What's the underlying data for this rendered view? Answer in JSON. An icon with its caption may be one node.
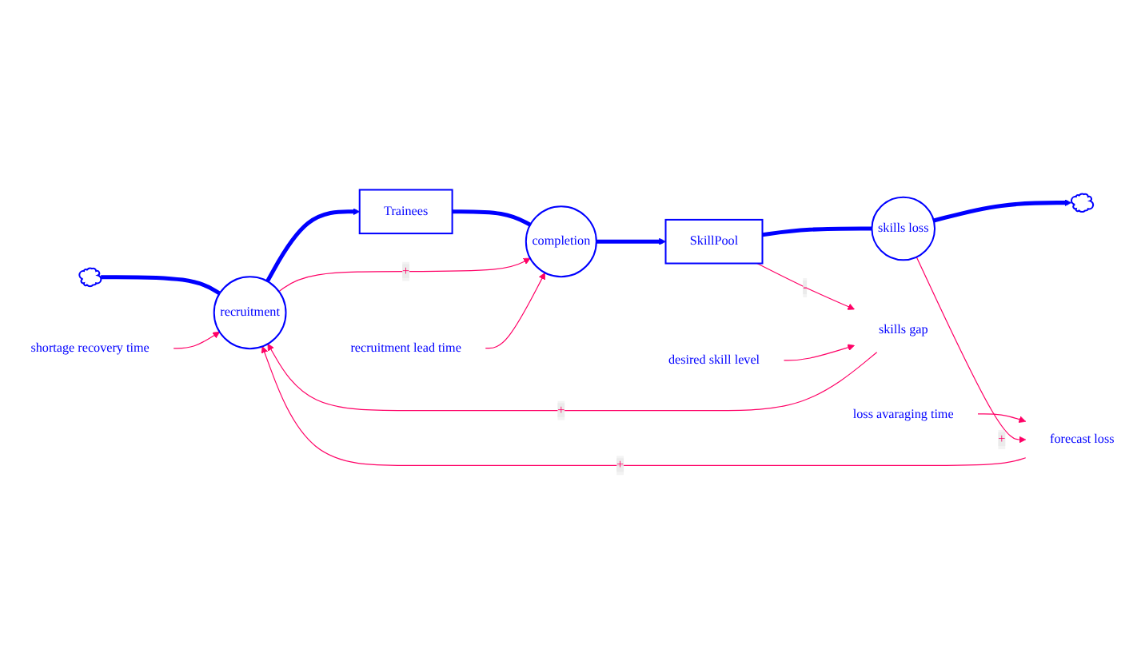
{
  "diagram": {
    "nodes": [
      {
        "text": [],
        "shape": "cloud"
      },
      {
        "text": [
          "recruitment"
        ]
      },
      {
        "text": [
          "Trainees"
        ]
      },
      {
        "text": [
          "completion"
        ]
      },
      {
        "text": [
          "SkillPool"
        ]
      },
      {
        "text": [
          "skills loss"
        ]
      },
      {
        "text": [],
        "shape": "cloud"
      },
      {
        "text": [
          "recruitment lead time"
        ]
      },
      {
        "text": [
          "skills gap"
        ]
      },
      {
        "text": [
          "desired skill level"
        ]
      },
      {
        "text": [
          "loss avaraging time"
        ]
      },
      {
        "text": [
          "shortage recovery time"
        ]
      },
      {
        "text": [
          "forecast loss"
        ]
      }
    ],
    "edges": [
      {
        "from": 0,
        "to": 1,
        "arrow": "none",
        "style": "thick",
        "color": "#0000ff"
      },
      {
        "from": 1,
        "to": 2,
        "arrow": "to",
        "style": "thick",
        "color": "#0000ff"
      },
      {
        "from": 2,
        "to": 3,
        "arrow": "none",
        "style": "thick",
        "color": "#0000ff"
      },
      {
        "from": 3,
        "to": 4,
        "arrow": "to",
        "style": "thick",
        "color": "#0000ff"
      },
      {
        "from": 4,
        "to": 5,
        "arrow": "none",
        "style": "thick",
        "color": "#0000ff"
      },
      {
        "from": 5,
        "to": 6,
        "arrow": "to",
        "style": "thick",
        "color": "#0000ff"
      },
      {
        "from": 1,
        "to": 3,
        "arrow": "to",
        "label": "+"
      },
      {
        "from": 7,
        "to": 3,
        "arrow": "to"
      },
      {
        "from": 8,
        "to": 1,
        "arrow": "to",
        "label": "+"
      },
      {
        "from": 4,
        "to": 8,
        "arrow": "to",
        "label": "-"
      },
      {
        "from": 9,
        "to": 8,
        "arrow": "to"
      },
      {
        "from": 11,
        "to": 1,
        "arrow": "to"
      },
      {
        "from": 12,
        "to": 1,
        "arrow": "to",
        "label": "+"
      },
      {
        "from": 10,
        "to": 12,
        "arrow": "to"
      },
      {
        "from": 5,
        "to": 12,
        "arrow": "to",
        "label": "+"
      }
    ]
  }
}
